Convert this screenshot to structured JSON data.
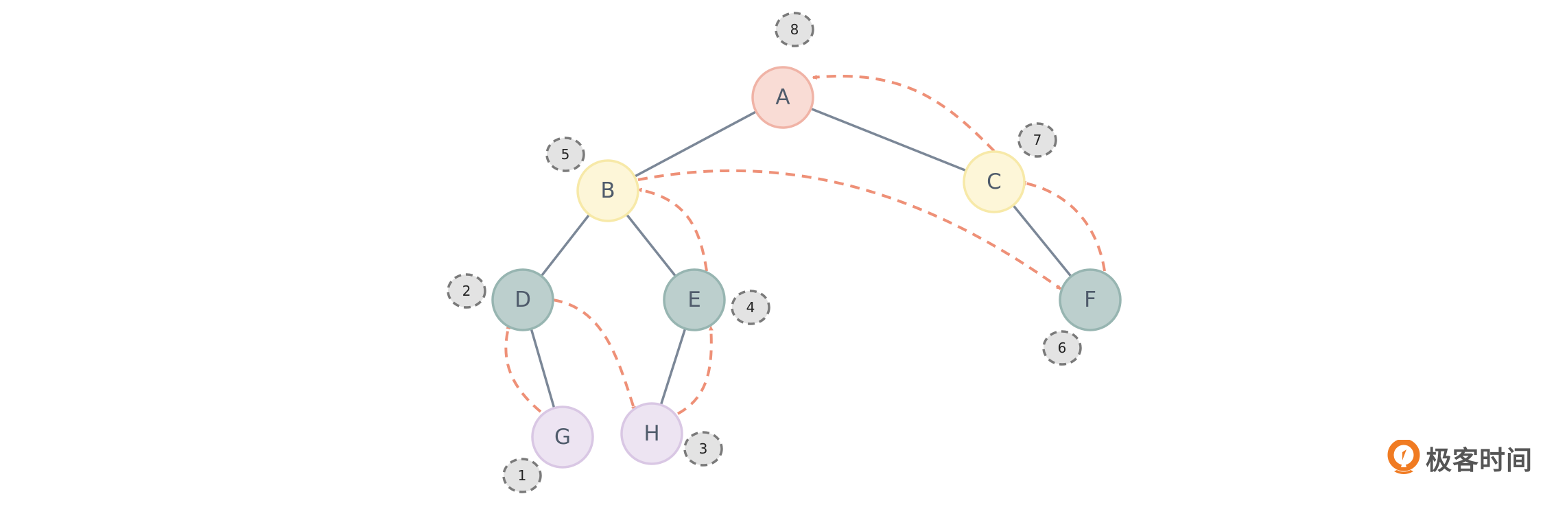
{
  "diagram": {
    "title": "Binary tree post-order traversal",
    "nodes": [
      {
        "id": "A",
        "label": "A",
        "order": "8",
        "fill": "#f9dcd5",
        "stroke": "#f0b3a6"
      },
      {
        "id": "B",
        "label": "B",
        "order": "5",
        "fill": "#fdf6d8",
        "stroke": "#f7e9a8"
      },
      {
        "id": "C",
        "label": "C",
        "order": "7",
        "fill": "#fdf6d8",
        "stroke": "#f7e9a8"
      },
      {
        "id": "D",
        "label": "D",
        "order": "2",
        "fill": "#bccfcd",
        "stroke": "#97b5b1"
      },
      {
        "id": "E",
        "label": "E",
        "order": "4",
        "fill": "#bccfcd",
        "stroke": "#97b5b1"
      },
      {
        "id": "F",
        "label": "F",
        "order": "6",
        "fill": "#bccfcd",
        "stroke": "#97b5b1"
      },
      {
        "id": "G",
        "label": "G",
        "order": "1",
        "fill": "#ede4f2",
        "stroke": "#d9c7e4"
      },
      {
        "id": "H",
        "label": "H",
        "order": "3",
        "fill": "#ede4f2",
        "stroke": "#d9c7e4"
      }
    ],
    "edges": [
      [
        "A",
        "B"
      ],
      [
        "A",
        "C"
      ],
      [
        "B",
        "D"
      ],
      [
        "B",
        "E"
      ],
      [
        "C",
        "F"
      ],
      [
        "D",
        "G"
      ],
      [
        "E",
        "H"
      ]
    ],
    "traversal": [
      "G",
      "D",
      "H",
      "E",
      "B",
      "F",
      "C",
      "A"
    ],
    "colors": {
      "edge": "#7b8797",
      "traversal_arrow": "#ee9077",
      "order_badge_fill": "#e3e3e3",
      "order_badge_stroke": "#7a7a7a"
    }
  },
  "brand": {
    "logo_text": "极客时间",
    "logo_color": "#f07b22"
  }
}
